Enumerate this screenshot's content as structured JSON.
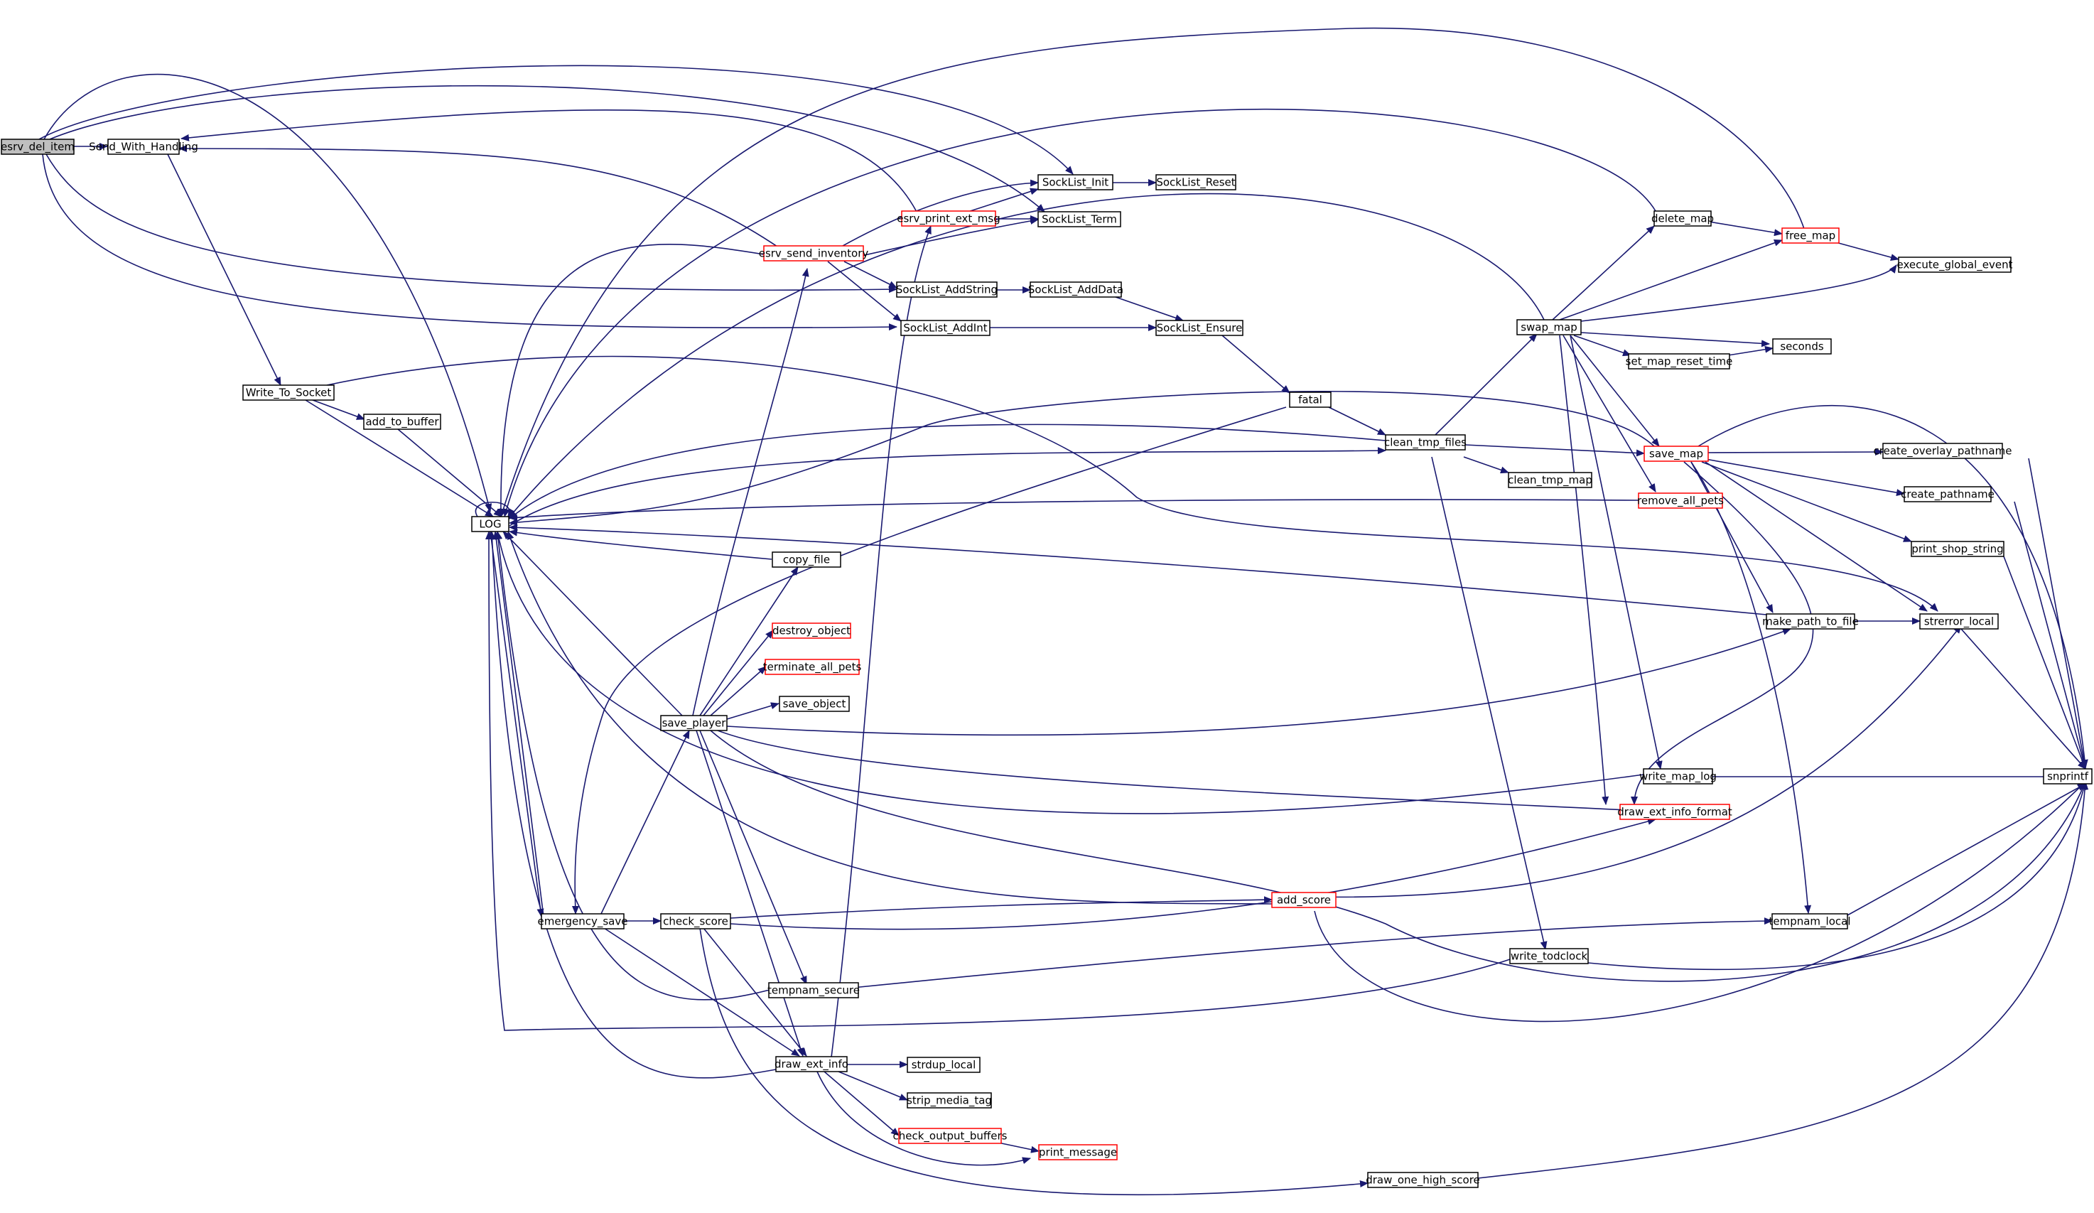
{
  "graph": {
    "colors": {
      "edge": "#191970",
      "node_border": "#000000",
      "node_border_truncated": "#ff0000",
      "root_fill": "#bfbfbf",
      "node_fill": "#ffffff"
    },
    "nodes": {
      "esrv_del_item": {
        "label": "esrv_del_item",
        "root": true
      },
      "Send_With_Handling": {
        "label": "Send_With_Handling"
      },
      "Write_To_Socket": {
        "label": "Write_To_Socket"
      },
      "add_to_buffer": {
        "label": "add_to_buffer"
      },
      "LOG": {
        "label": "LOG"
      },
      "copy_file": {
        "label": "copy_file"
      },
      "destroy_object": {
        "label": "destroy_object",
        "truncated": true
      },
      "terminate_all_pets": {
        "label": "terminate_all_pets",
        "truncated": true
      },
      "save_object": {
        "label": "save_object"
      },
      "save_player": {
        "label": "save_player"
      },
      "emergency_save": {
        "label": "emergency_save"
      },
      "check_score": {
        "label": "check_score"
      },
      "tempnam_secure": {
        "label": "tempnam_secure"
      },
      "draw_ext_info": {
        "label": "draw_ext_info"
      },
      "strdup_local": {
        "label": "strdup_local"
      },
      "strip_media_tag": {
        "label": "strip_media_tag"
      },
      "check_output_buffers": {
        "label": "check_output_buffers",
        "truncated": true
      },
      "print_message": {
        "label": "print_message",
        "truncated": true
      },
      "esrv_send_inventory": {
        "label": "esrv_send_inventory",
        "truncated": true
      },
      "esrv_print_ext_msg": {
        "label": "esrv_print_ext_msg",
        "truncated": true
      },
      "SockList_Init": {
        "label": "SockList_Init"
      },
      "SockList_Reset": {
        "label": "SockList_Reset"
      },
      "SockList_Term": {
        "label": "SockList_Term"
      },
      "SockList_AddString": {
        "label": "SockList_AddString"
      },
      "SockList_AddData": {
        "label": "SockList_AddData"
      },
      "SockList_AddInt": {
        "label": "SockList_AddInt"
      },
      "SockList_Ensure": {
        "label": "SockList_Ensure"
      },
      "fatal": {
        "label": "fatal"
      },
      "clean_tmp_files": {
        "label": "clean_tmp_files"
      },
      "clean_tmp_map": {
        "label": "clean_tmp_map"
      },
      "add_score": {
        "label": "add_score",
        "truncated": true
      },
      "write_todclock": {
        "label": "write_todclock"
      },
      "draw_one_high_score": {
        "label": "draw_one_high_score"
      },
      "swap_map": {
        "label": "swap_map"
      },
      "delete_map": {
        "label": "delete_map"
      },
      "free_map": {
        "label": "free_map",
        "truncated": true
      },
      "execute_global_event": {
        "label": "execute_global_event"
      },
      "seconds": {
        "label": "seconds"
      },
      "set_map_reset_time": {
        "label": "set_map_reset_time"
      },
      "save_map": {
        "label": "save_map",
        "truncated": true
      },
      "remove_all_pets": {
        "label": "remove_all_pets",
        "truncated": true
      },
      "make_path_to_file": {
        "label": "make_path_to_file"
      },
      "write_map_log": {
        "label": "write_map_log"
      },
      "draw_ext_info_format": {
        "label": "draw_ext_info_format",
        "truncated": true
      },
      "tempnam_local": {
        "label": "tempnam_local"
      },
      "create_overlay_pathname": {
        "label": "create_overlay_pathname"
      },
      "create_pathname": {
        "label": "create_pathname"
      },
      "print_shop_string": {
        "label": "print_shop_string"
      },
      "strerror_local": {
        "label": "strerror_local"
      },
      "snprintf": {
        "label": "snprintf"
      }
    }
  }
}
